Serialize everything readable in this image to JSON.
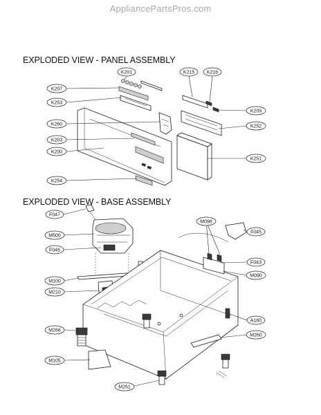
{
  "watermark": "AppliancePartsPros.com",
  "sections": {
    "panel_title": "EXPLODED VIEW - PANEL ASSEMBLY",
    "base_title": "EXPLODED VIEW - BASE ASSEMBLY"
  },
  "panel_callouts": [
    "K201",
    "K215",
    "K216",
    "K207",
    "K253",
    "K209",
    "K260",
    "K252",
    "K203",
    "K200",
    "K251",
    "K254"
  ],
  "base_callouts": [
    "F047",
    "M098",
    "F045",
    "M500",
    "F046",
    "F043",
    "M090",
    "M100",
    "M210",
    "A160",
    "M266",
    "M260",
    "M105",
    "M261"
  ]
}
